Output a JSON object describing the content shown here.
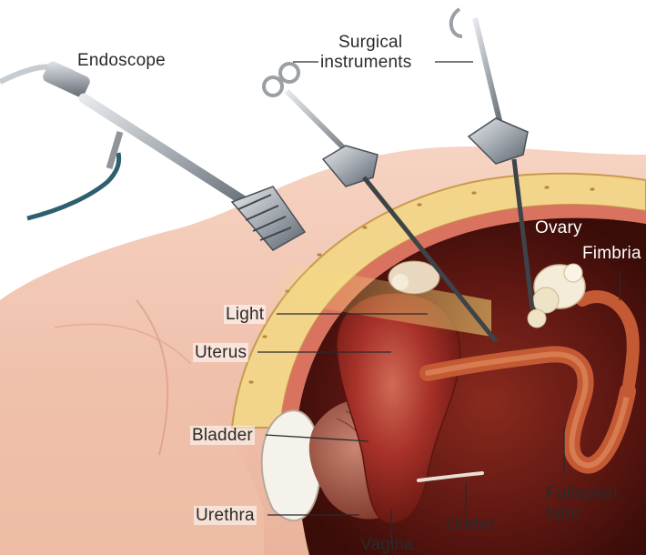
{
  "labels": {
    "endoscope": "Endoscope",
    "surgical_instruments_1": "Surgical",
    "surgical_instruments_2": "instruments",
    "ovary": "Ovary",
    "fimbria": "Fimbria",
    "light": "Light",
    "uterus": "Uterus",
    "bladder": "Bladder",
    "urethra": "Urethra",
    "vagina": "Vagina",
    "ureter": "Ureter",
    "fallopian_tube_1": "Fallopian",
    "fallopian_tube_2": "tube"
  },
  "colors": {
    "skin": "#f3c9b6",
    "skin_shadow": "#e6a990",
    "fat": "#f2d58a",
    "cavity": "#5a1410",
    "uterus": "#9c2a22",
    "ovary": "#f4ecd8",
    "metal": "#9aa0a6",
    "tube": "#b9502f"
  }
}
